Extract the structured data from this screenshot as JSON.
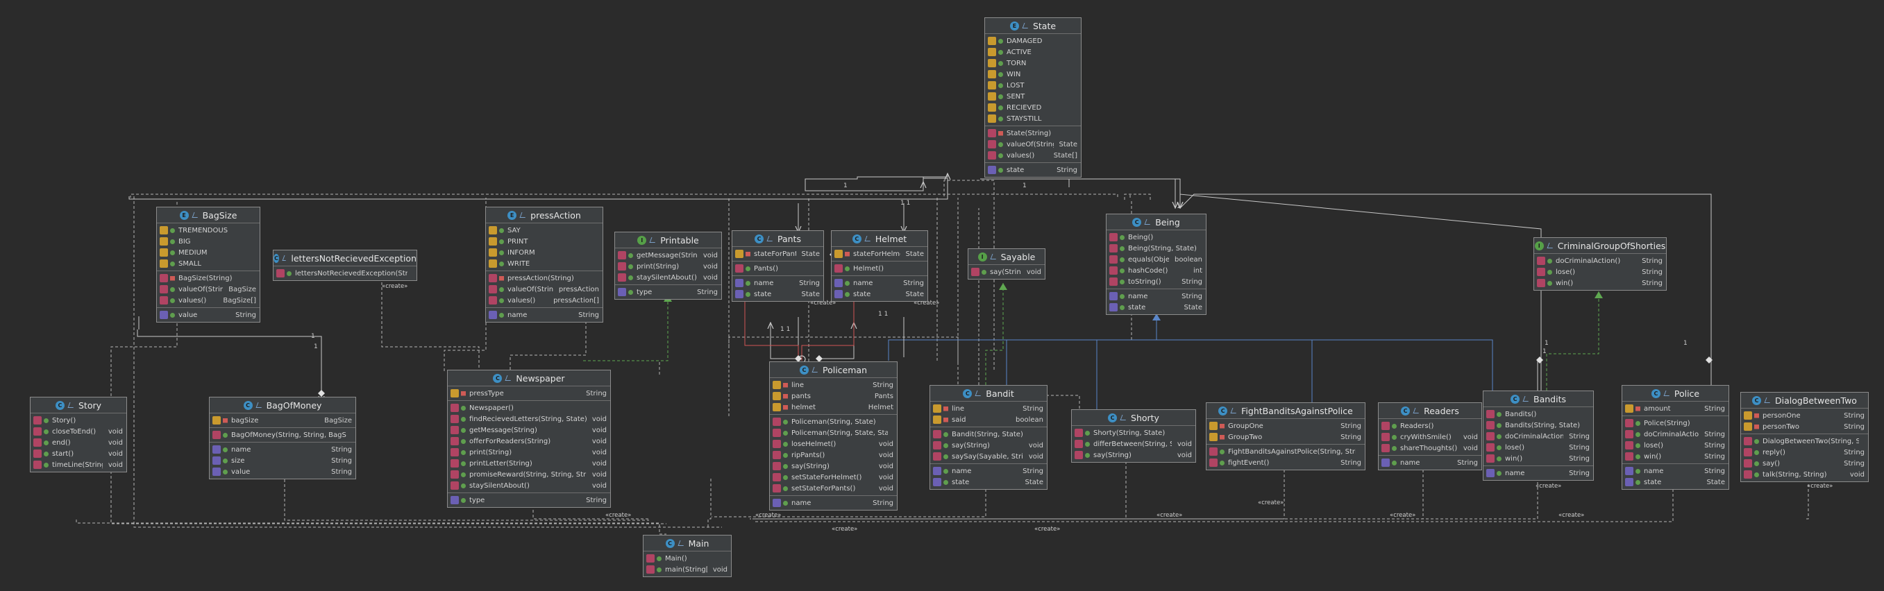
{
  "classes": {
    "state": {
      "name": "State",
      "kind": "enum",
      "sections": [
        [
          [
            "enumc",
            "pub",
            "DAMAGED",
            ""
          ],
          [
            "enumc",
            "pub",
            "ACTIVE",
            ""
          ],
          [
            "enumc",
            "pub",
            "TORN",
            ""
          ],
          [
            "enumc",
            "pub",
            "WIN",
            ""
          ],
          [
            "enumc",
            "pub",
            "LOST",
            ""
          ],
          [
            "enumc",
            "pub",
            "SENT",
            ""
          ],
          [
            "enumc",
            "pub",
            "RECIEVED",
            ""
          ],
          [
            "enumc",
            "pub",
            "STAYSTILL",
            ""
          ]
        ],
        [
          [
            "method",
            "priv",
            "State(String)",
            ""
          ],
          [
            "method",
            "pub",
            "valueOf(String)",
            "State"
          ],
          [
            "method",
            "pub",
            "values()",
            "State[]"
          ]
        ],
        [
          [
            "prop",
            "pub",
            "state",
            "String"
          ]
        ]
      ]
    },
    "bagsize": {
      "name": "BagSize",
      "kind": "enum",
      "sections": [
        [
          [
            "enumc",
            "pub",
            "TREMENDOUS",
            ""
          ],
          [
            "enumc",
            "pub",
            "BIG",
            ""
          ],
          [
            "enumc",
            "pub",
            "MEDIUM",
            ""
          ],
          [
            "enumc",
            "pub",
            "SMALL",
            ""
          ]
        ],
        [
          [
            "method",
            "priv",
            "BagSize(String)",
            ""
          ],
          [
            "method",
            "pub",
            "valueOf(String)",
            "BagSize"
          ],
          [
            "method",
            "pub",
            "values()",
            "BagSize[]"
          ]
        ],
        [
          [
            "prop",
            "pub",
            "value",
            "String"
          ]
        ]
      ]
    },
    "letters_exception": {
      "name": "lettersNotRecievedException",
      "kind": "exception",
      "sections": [
        [
          [
            "method",
            "pub",
            "lettersNotRecievedException(String)",
            ""
          ]
        ]
      ]
    },
    "press_action": {
      "name": "pressAction",
      "kind": "enum",
      "sections": [
        [
          [
            "enumc",
            "pub",
            "SAY",
            ""
          ],
          [
            "enumc",
            "pub",
            "PRINT",
            ""
          ],
          [
            "enumc",
            "pub",
            "INFORM",
            ""
          ],
          [
            "enumc",
            "pub",
            "WRITE",
            ""
          ]
        ],
        [
          [
            "method",
            "priv",
            "pressAction(String)",
            ""
          ],
          [
            "method",
            "pub",
            "valueOf(String)",
            "pressAction"
          ],
          [
            "method",
            "pub",
            "values()",
            "pressAction[]"
          ]
        ],
        [
          [
            "prop",
            "pub",
            "name",
            "String"
          ]
        ]
      ]
    },
    "printable": {
      "name": "Printable",
      "kind": "interface",
      "sections": [
        [
          [
            "method",
            "pub",
            "getMessage(String)",
            "void"
          ],
          [
            "method",
            "pub",
            "print(String)",
            "void"
          ],
          [
            "method",
            "pub",
            "staySilentAbout()",
            "void"
          ]
        ],
        [
          [
            "prop",
            "pub",
            "type",
            "String"
          ]
        ]
      ]
    },
    "pants": {
      "name": "Pants",
      "kind": "class",
      "sections": [
        [
          [
            "field",
            "priv",
            "stateForPants",
            "State"
          ]
        ],
        [
          [
            "method",
            "pub",
            "Pants()",
            ""
          ]
        ],
        [
          [
            "prop",
            "pub",
            "name",
            "String"
          ],
          [
            "prop",
            "pub",
            "state",
            "State"
          ]
        ]
      ]
    },
    "helmet": {
      "name": "Helmet",
      "kind": "class",
      "sections": [
        [
          [
            "field",
            "priv",
            "stateForHelmet",
            "State"
          ]
        ],
        [
          [
            "method",
            "pub",
            "Helmet()",
            ""
          ]
        ],
        [
          [
            "prop",
            "pub",
            "name",
            "String"
          ],
          [
            "prop",
            "pub",
            "state",
            "State"
          ]
        ]
      ]
    },
    "being": {
      "name": "Being",
      "kind": "class",
      "sections": [
        [
          [
            "method",
            "pub",
            "Being()",
            ""
          ],
          [
            "method",
            "pub",
            "Being(String, State)",
            ""
          ],
          [
            "method",
            "pub",
            "equals(Object)",
            "boolean"
          ],
          [
            "method",
            "pub",
            "hashCode()",
            "int"
          ],
          [
            "method",
            "pub",
            "toString()",
            "String"
          ]
        ],
        [
          [
            "prop",
            "pub",
            "name",
            "String"
          ],
          [
            "prop",
            "pub",
            "state",
            "State"
          ]
        ]
      ]
    },
    "sayable": {
      "name": "Sayable",
      "kind": "interface",
      "sections": [
        [
          [
            "method",
            "pub",
            "say(String)",
            "void"
          ]
        ]
      ]
    },
    "criminal_group": {
      "name": "CriminalGroupOfShorties",
      "kind": "interface",
      "sections": [
        [
          [
            "method",
            "pub",
            "doCriminalAction()",
            "String"
          ],
          [
            "method",
            "pub",
            "lose()",
            "String"
          ],
          [
            "method",
            "pub",
            "win()",
            "String"
          ]
        ]
      ]
    },
    "story": {
      "name": "Story",
      "kind": "class",
      "sections": [
        [
          [
            "method",
            "pub",
            "Story()",
            ""
          ],
          [
            "method",
            "pub",
            "closeToEnd()",
            "void"
          ],
          [
            "method",
            "pub",
            "end()",
            "void"
          ],
          [
            "method",
            "pub",
            "start()",
            "void"
          ],
          [
            "method",
            "pub",
            "timeLine(String)",
            "void"
          ]
        ]
      ]
    },
    "bag_of_money": {
      "name": "BagOfMoney",
      "kind": "class",
      "sections": [
        [
          [
            "field",
            "priv",
            "bagSize",
            "BagSize"
          ]
        ],
        [
          [
            "method",
            "pub",
            "BagOfMoney(String, String, BagSize)",
            ""
          ]
        ],
        [
          [
            "prop",
            "pub",
            "name",
            "String"
          ],
          [
            "prop",
            "pub",
            "size",
            "String"
          ],
          [
            "prop",
            "pub",
            "value",
            "String"
          ]
        ]
      ]
    },
    "newspaper": {
      "name": "Newspaper",
      "kind": "class",
      "sections": [
        [
          [
            "field",
            "priv",
            "pressType",
            "String"
          ]
        ],
        [
          [
            "method",
            "pub",
            "Newspaper()",
            ""
          ],
          [
            "method",
            "pub",
            "findRecievedLetters(String, State)",
            "void"
          ],
          [
            "method",
            "pub",
            "getMessage(String)",
            "void"
          ],
          [
            "method",
            "pub",
            "offerForReaders(String)",
            "void"
          ],
          [
            "method",
            "pub",
            "print(String)",
            "void"
          ],
          [
            "method",
            "pub",
            "printLetter(String)",
            "void"
          ],
          [
            "method",
            "pub",
            "promiseReward(String, String, String)",
            "void"
          ],
          [
            "method",
            "pub",
            "staySilentAbout()",
            "void"
          ]
        ],
        [
          [
            "prop",
            "pub",
            "type",
            "String"
          ]
        ]
      ]
    },
    "policeman": {
      "name": "Policeman",
      "kind": "class",
      "sections": [
        [
          [
            "field",
            "priv",
            "line",
            "String"
          ],
          [
            "field",
            "priv",
            "pants",
            "Pants"
          ],
          [
            "field",
            "priv",
            "helmet",
            "Helmet"
          ]
        ],
        [
          [
            "method",
            "pub",
            "Policeman(String, State)",
            ""
          ],
          [
            "method",
            "pub",
            "Policeman(String, State, State)",
            ""
          ],
          [
            "method",
            "pub",
            "loseHelmet()",
            "void"
          ],
          [
            "method",
            "pub",
            "ripPants()",
            "void"
          ],
          [
            "method",
            "pub",
            "say(String)",
            "void"
          ],
          [
            "method",
            "pub",
            "setStateForHelmet()",
            "void"
          ],
          [
            "method",
            "pub",
            "setStateForPants()",
            "void"
          ]
        ],
        [
          [
            "prop",
            "pub",
            "name",
            "String"
          ]
        ]
      ]
    },
    "bandit": {
      "name": "Bandit",
      "kind": "class",
      "sections": [
        [
          [
            "field",
            "priv",
            "line",
            "String"
          ],
          [
            "field",
            "priv",
            "said",
            "boolean"
          ]
        ],
        [
          [
            "method",
            "pub",
            "Bandit(String, State)",
            ""
          ],
          [
            "method",
            "pub",
            "say(String)",
            "void"
          ],
          [
            "method",
            "pub",
            "saySay(Sayable, String)",
            "void"
          ]
        ],
        [
          [
            "prop",
            "pub",
            "name",
            "String"
          ],
          [
            "prop",
            "pub",
            "state",
            "State"
          ]
        ]
      ]
    },
    "shorty": {
      "name": "Shorty",
      "kind": "class",
      "sections": [
        [
          [
            "method",
            "pub",
            "Shorty(String, State)",
            ""
          ],
          [
            "method",
            "pub",
            "differBetween(String, String)",
            "void"
          ],
          [
            "method",
            "pub",
            "say(String)",
            "void"
          ]
        ]
      ]
    },
    "fight": {
      "name": "FightBanditsAgainstPolice",
      "kind": "class",
      "sections": [
        [
          [
            "field",
            "priv",
            "GroupOne",
            "String"
          ],
          [
            "field",
            "priv",
            "GroupTwo",
            "String"
          ]
        ],
        [
          [
            "method",
            "pub",
            "FightBanditsAgainstPolice(String, String)",
            ""
          ],
          [
            "method",
            "pub",
            "fightEvent()",
            "String"
          ]
        ]
      ]
    },
    "readers": {
      "name": "Readers",
      "kind": "class",
      "sections": [
        [
          [
            "method",
            "pub",
            "Readers()",
            ""
          ],
          [
            "method",
            "pub",
            "cryWithSmile()",
            "void"
          ],
          [
            "method",
            "pub",
            "shareThoughts()",
            "void"
          ]
        ],
        [
          [
            "prop",
            "pub",
            "name",
            "String"
          ]
        ]
      ]
    },
    "bandits": {
      "name": "Bandits",
      "kind": "class",
      "sections": [
        [
          [
            "method",
            "pub",
            "Bandits()",
            ""
          ],
          [
            "method",
            "pub",
            "Bandits(String, State)",
            ""
          ],
          [
            "method",
            "pub",
            "doCriminalAction()",
            "String"
          ],
          [
            "method",
            "pub",
            "lose()",
            "String"
          ],
          [
            "method",
            "pub",
            "win()",
            "String"
          ]
        ],
        [
          [
            "prop",
            "pub",
            "name",
            "String"
          ]
        ]
      ]
    },
    "police": {
      "name": "Police",
      "kind": "class",
      "sections": [
        [
          [
            "field",
            "priv",
            "amount",
            "String"
          ]
        ],
        [
          [
            "method",
            "pub",
            "Police(String)",
            ""
          ],
          [
            "method",
            "pub",
            "doCriminalAction()",
            "String"
          ],
          [
            "method",
            "pub",
            "lose()",
            "String"
          ],
          [
            "method",
            "pub",
            "win()",
            "String"
          ]
        ],
        [
          [
            "prop",
            "pub",
            "name",
            "String"
          ],
          [
            "prop",
            "pub",
            "state",
            "State"
          ]
        ]
      ]
    },
    "dialog": {
      "name": "DialogBetweenTwo",
      "kind": "class",
      "sections": [
        [
          [
            "field",
            "priv",
            "personOne",
            "String"
          ],
          [
            "field",
            "priv",
            "personTwo",
            "String"
          ]
        ],
        [
          [
            "method",
            "pub",
            "DialogBetweenTwo(String, String)",
            ""
          ],
          [
            "method",
            "pub",
            "reply()",
            "String"
          ],
          [
            "method",
            "pub",
            "say()",
            "String"
          ],
          [
            "method",
            "pub",
            "talk(String, String)",
            "void"
          ]
        ]
      ]
    },
    "main": {
      "name": "Main",
      "kind": "class",
      "sections": [
        [
          [
            "method",
            "pub",
            "Main()",
            ""
          ],
          [
            "method",
            "pub",
            "main(String[])",
            "void"
          ]
        ]
      ]
    }
  },
  "labels": {
    "create": "«create»",
    "one": "1",
    "one_star": "1 1"
  },
  "colors": {
    "background": "#2b2b2b",
    "box": "#3c3f41",
    "dashed_line": "#b4b4b4",
    "realization_line": "#5fa850",
    "inheritance_line": "#5a86c8",
    "association_line": "#d25555"
  }
}
